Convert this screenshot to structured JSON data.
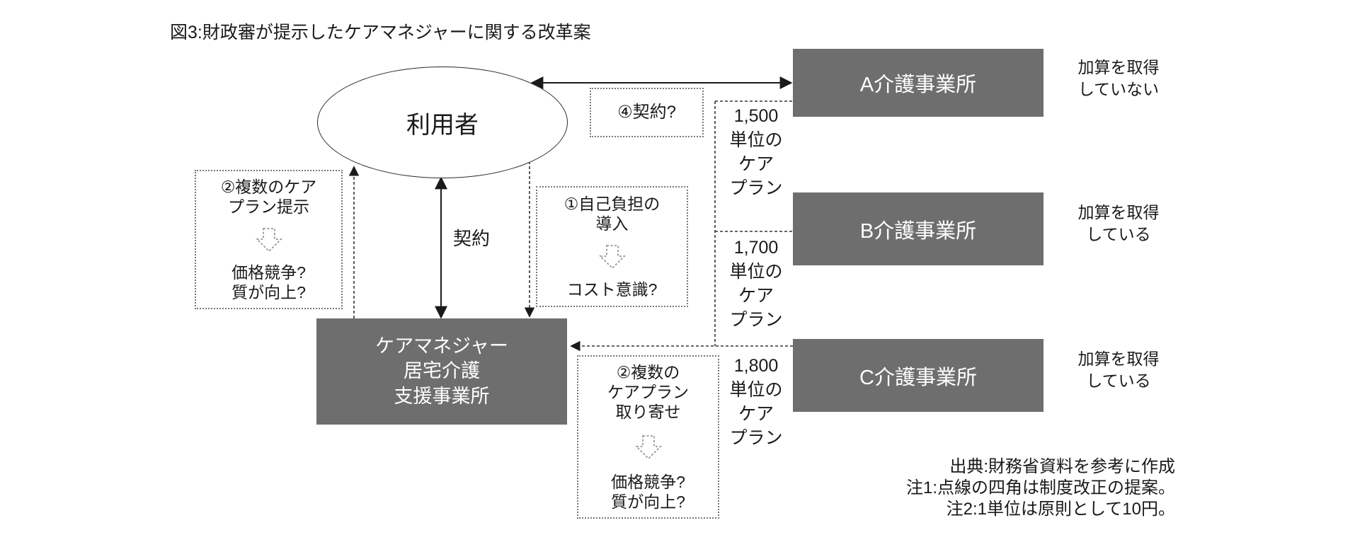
{
  "title": "図3:財政審が提示したケアマネジャーに関する改革案",
  "user": {
    "label": "利用者"
  },
  "contract_label": "契約",
  "care_manager": {
    "line1": "ケアマネジャー",
    "line2": "居宅介護",
    "line3": "支援事業所"
  },
  "proposals": {
    "contract_q": {
      "label": "④契約?"
    },
    "multi_plan_left": {
      "line1": "②複数のケア",
      "line2": "プラン提示",
      "result1": "価格競争?",
      "result2": "質が向上?"
    },
    "self_pay": {
      "line1": "①自己負担の",
      "line2": "導入",
      "result1": "コスト意識?"
    },
    "multi_plan_bottom": {
      "line1": "②複数の",
      "line2": "ケアプラン",
      "line3": "取り寄せ",
      "result1": "価格競争?",
      "result2": "質が向上?"
    }
  },
  "care_plans": [
    {
      "line1": "1,500",
      "line2": "単位の",
      "line3": "ケア",
      "line4": "プラン"
    },
    {
      "line1": "1,700",
      "line2": "単位の",
      "line3": "ケア",
      "line4": "プラン"
    },
    {
      "line1": "1,800",
      "line2": "単位の",
      "line3": "ケア",
      "line4": "プラン"
    }
  ],
  "offices": [
    {
      "name": "A介護事業所",
      "note1": "加算を取得",
      "note2": "していない"
    },
    {
      "name": "B介護事業所",
      "note1": "加算を取得",
      "note2": "している"
    },
    {
      "name": "C介護事業所",
      "note1": "加算を取得",
      "note2": "している"
    }
  ],
  "footnotes": {
    "source": "出典:財務省資料を参考に作成",
    "note1": "注1:点線の四角は制度改正の提案。",
    "note2": "注2:1単位は原則として10円。"
  },
  "colors": {
    "office_box": "#6e6e6e",
    "office_text": "#ffffff",
    "line": "#1a1a1a"
  }
}
